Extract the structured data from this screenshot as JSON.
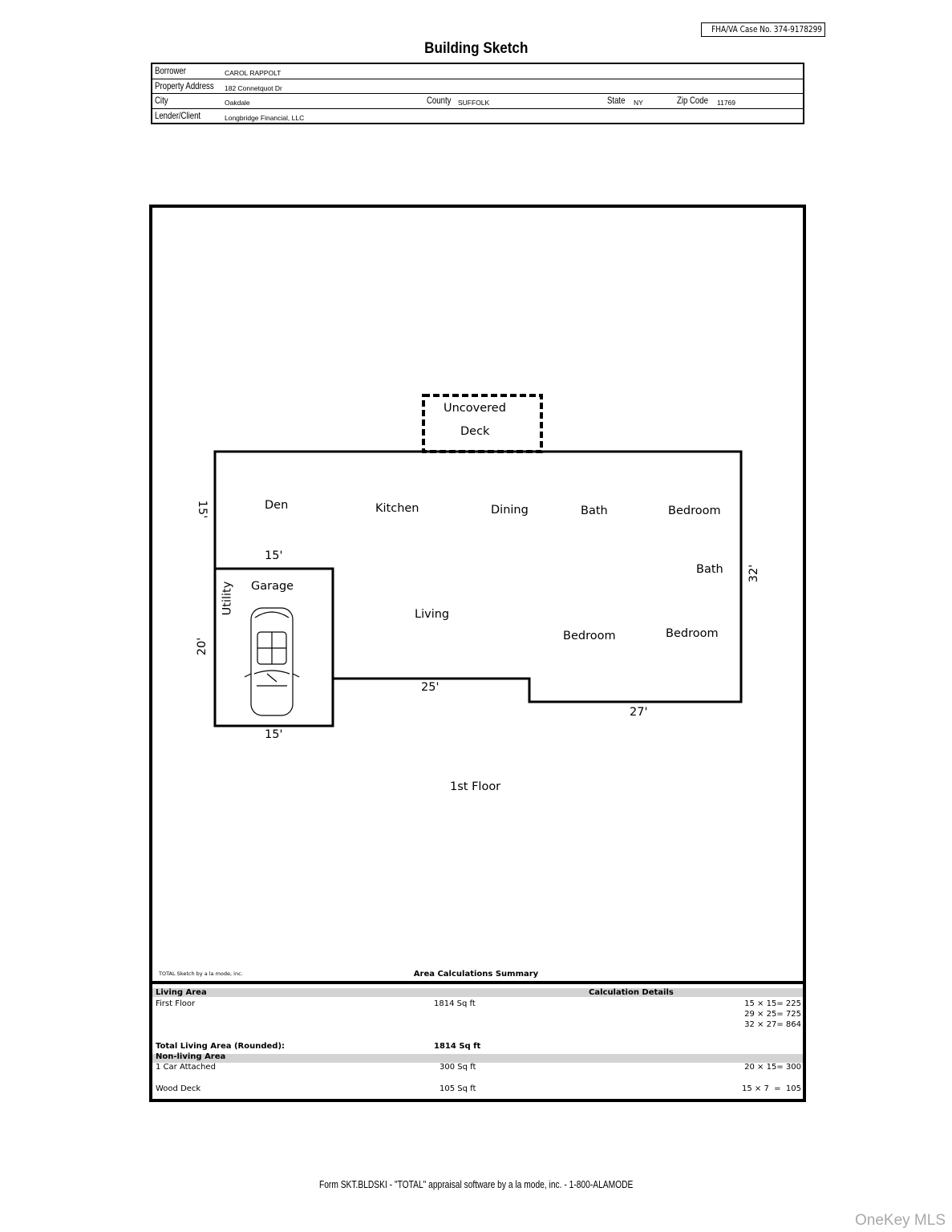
{
  "header": {
    "case_number": "FHA/VA Case No. 374-9178299",
    "title": "Building Sketch"
  },
  "info": {
    "borrower_label": "Borrower",
    "borrower": "CAROL RAPPOLT",
    "address_label": "Property Address",
    "address": "182 Connetquot Dr",
    "city_label": "City",
    "city": "Oakdale",
    "county_label": "County",
    "county": "SUFFOLK",
    "state_label": "State",
    "state": "NY",
    "zip_label": "Zip Code",
    "zip": "11769",
    "lender_label": "Lender/Client",
    "lender": "Longbridge Financial, LLC"
  },
  "sketch": {
    "deck_label_1": "Uncovered",
    "deck_label_2": "Deck",
    "rooms": {
      "den": "Den",
      "kitchen": "Kitchen",
      "dining": "Dining",
      "bath1": "Bath",
      "bedroom1": "Bedroom",
      "bath2": "Bath",
      "living": "Living",
      "bedroom2": "Bedroom",
      "bedroom3": "Bedroom",
      "garage": "Garage",
      "utility": "Utility"
    },
    "dimensions": {
      "left_top": "15'",
      "den_bottom": "15'",
      "garage_left": "20'",
      "garage_bottom": "15'",
      "living_bottom": "25'",
      "right_bottom": "27'",
      "right_side": "32'"
    },
    "floor_label": "1st Floor",
    "credit": "TOTAL Sketch by a la mode, inc."
  },
  "summary": {
    "title": "Area Calculations Summary",
    "living_header": "Living Area",
    "details_header": "Calculation Details",
    "first_floor_label": "First Floor",
    "first_floor_area": "1814 Sq ft",
    "calc_lines": [
      "15 × 15= 225",
      "29 × 25= 725",
      "32 × 27= 864"
    ],
    "total_label": "Total Living Area (Rounded):",
    "total_value": "1814 Sq ft",
    "nonliving_header": "Non-living Area",
    "garage_label": "1 Car Attached",
    "garage_area": "300 Sq ft",
    "garage_calc": "20 × 15= 300",
    "deck_label": "Wood Deck",
    "deck_area": "105 Sq ft",
    "deck_calc": "15 × 7  =  105"
  },
  "footer": {
    "form_text": "Form SKT.BLDSKI - \"TOTAL\" appraisal software by a la mode, inc. - 1-800-ALAMODE",
    "watermark": "OneKey MLS"
  }
}
